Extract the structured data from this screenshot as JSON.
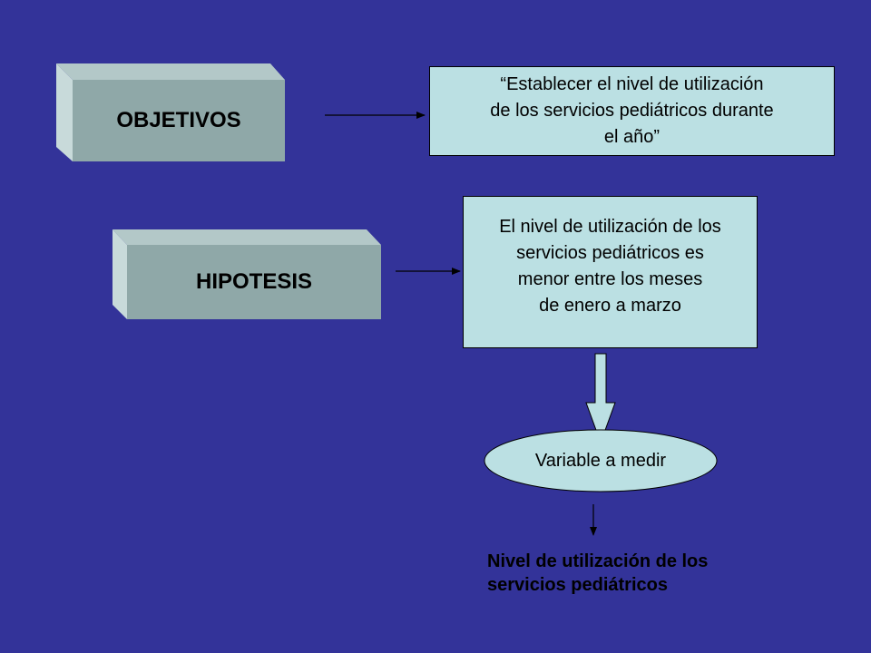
{
  "objetivos": {
    "label": "OBJETIVOS",
    "text": "“Establecer el nivel de utilización\nde los servicios pediátricos durante\nel año”"
  },
  "hipotesis": {
    "label": "HIPOTESIS",
    "text": "El nivel de utilización de los\nservicios pediátricos es\nmenor entre los meses\nde enero a marzo"
  },
  "variable": {
    "label": "Variable a medir"
  },
  "result": {
    "text": "Nivel de utilización de los\nservicios pediátricos"
  },
  "colors": {
    "background": "#333399",
    "bevel_face": "#8fa8a8",
    "bevel_top": "#b3c8c8",
    "bevel_side": "#c8dada",
    "box_fill": "#bbe0e3"
  }
}
